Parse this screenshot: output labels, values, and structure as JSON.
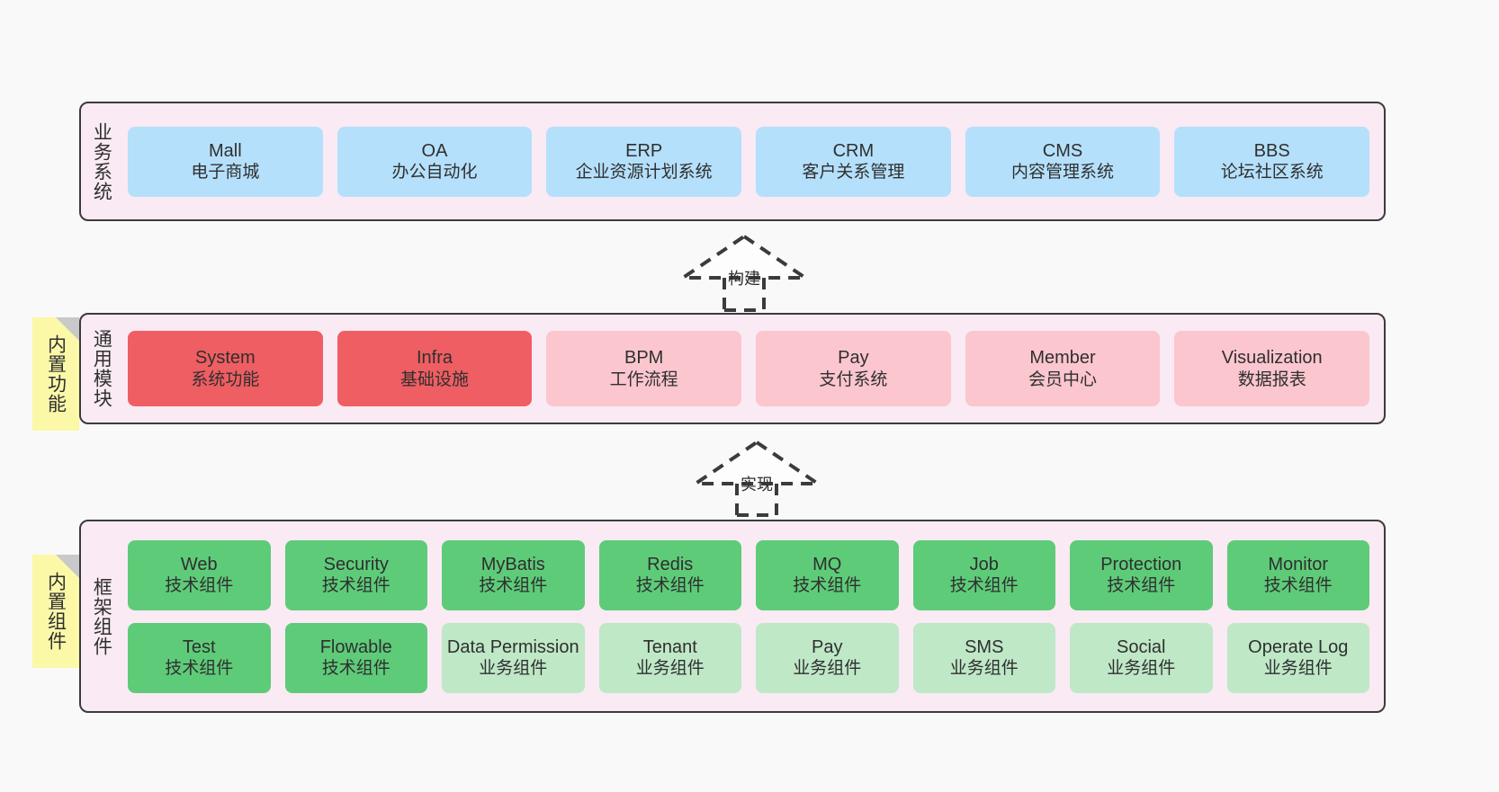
{
  "diagram": {
    "title": "系统架构图",
    "colors": {
      "canvas_bg": "#f9f9f9",
      "section_bg": "#f9eaf4",
      "section_border": "#3b3b3b",
      "business_card": "#b5e0fb",
      "module_core": "#ef5e62",
      "module_plain": "#fbc6ce",
      "tech_component": "#5ecb79",
      "biz_component": "#bfe8c7",
      "note_bg": "#fbf8a8",
      "note_fold": "#c9c9c9"
    }
  },
  "sections": {
    "business": {
      "label": "业务系统",
      "cards": [
        {
          "title": "Mall",
          "sub": "电子商城",
          "color": "blue"
        },
        {
          "title": "OA",
          "sub": "办公自动化",
          "color": "blue"
        },
        {
          "title": "ERP",
          "sub": "企业资源计划系统",
          "color": "blue"
        },
        {
          "title": "CRM",
          "sub": "客户关系管理",
          "color": "blue"
        },
        {
          "title": "CMS",
          "sub": "内容管理系统",
          "color": "blue"
        },
        {
          "title": "BBS",
          "sub": "论坛社区系统",
          "color": "blue"
        }
      ]
    },
    "modules": {
      "label": "通用模块",
      "note": "内置功能",
      "cards": [
        {
          "title": "System",
          "sub": "系统功能",
          "color": "red"
        },
        {
          "title": "Infra",
          "sub": "基础设施",
          "color": "red"
        },
        {
          "title": "BPM",
          "sub": "工作流程",
          "color": "pink"
        },
        {
          "title": "Pay",
          "sub": "支付系统",
          "color": "pink"
        },
        {
          "title": "Member",
          "sub": "会员中心",
          "color": "pink"
        },
        {
          "title": "Visualization",
          "sub": "数据报表",
          "color": "pink"
        }
      ]
    },
    "framework": {
      "label": "框架组件",
      "note": "内置组件",
      "row1": [
        {
          "title": "Web",
          "sub": "技术组件",
          "color": "green"
        },
        {
          "title": "Security",
          "sub": "技术组件",
          "color": "green"
        },
        {
          "title": "MyBatis",
          "sub": "技术组件",
          "color": "green"
        },
        {
          "title": "Redis",
          "sub": "技术组件",
          "color": "green"
        },
        {
          "title": "MQ",
          "sub": "技术组件",
          "color": "green"
        },
        {
          "title": "Job",
          "sub": "技术组件",
          "color": "green"
        },
        {
          "title": "Protection",
          "sub": "技术组件",
          "color": "green"
        },
        {
          "title": "Monitor",
          "sub": "技术组件",
          "color": "green"
        }
      ],
      "row2": [
        {
          "title": "Test",
          "sub": "技术组件",
          "color": "green"
        },
        {
          "title": "Flowable",
          "sub": "技术组件",
          "color": "green"
        },
        {
          "title": "Data Permission",
          "sub": "业务组件",
          "color": "green-light"
        },
        {
          "title": "Tenant",
          "sub": "业务组件",
          "color": "green-light"
        },
        {
          "title": "Pay",
          "sub": "业务组件",
          "color": "green-light"
        },
        {
          "title": "SMS",
          "sub": "业务组件",
          "color": "green-light"
        },
        {
          "title": "Social",
          "sub": "业务组件",
          "color": "green-light"
        },
        {
          "title": "Operate Log",
          "sub": "业务组件",
          "color": "green-light"
        }
      ]
    }
  },
  "connectors": [
    {
      "label": "构建",
      "from": "modules",
      "to": "business"
    },
    {
      "label": "实现",
      "from": "framework",
      "to": "modules"
    }
  ]
}
